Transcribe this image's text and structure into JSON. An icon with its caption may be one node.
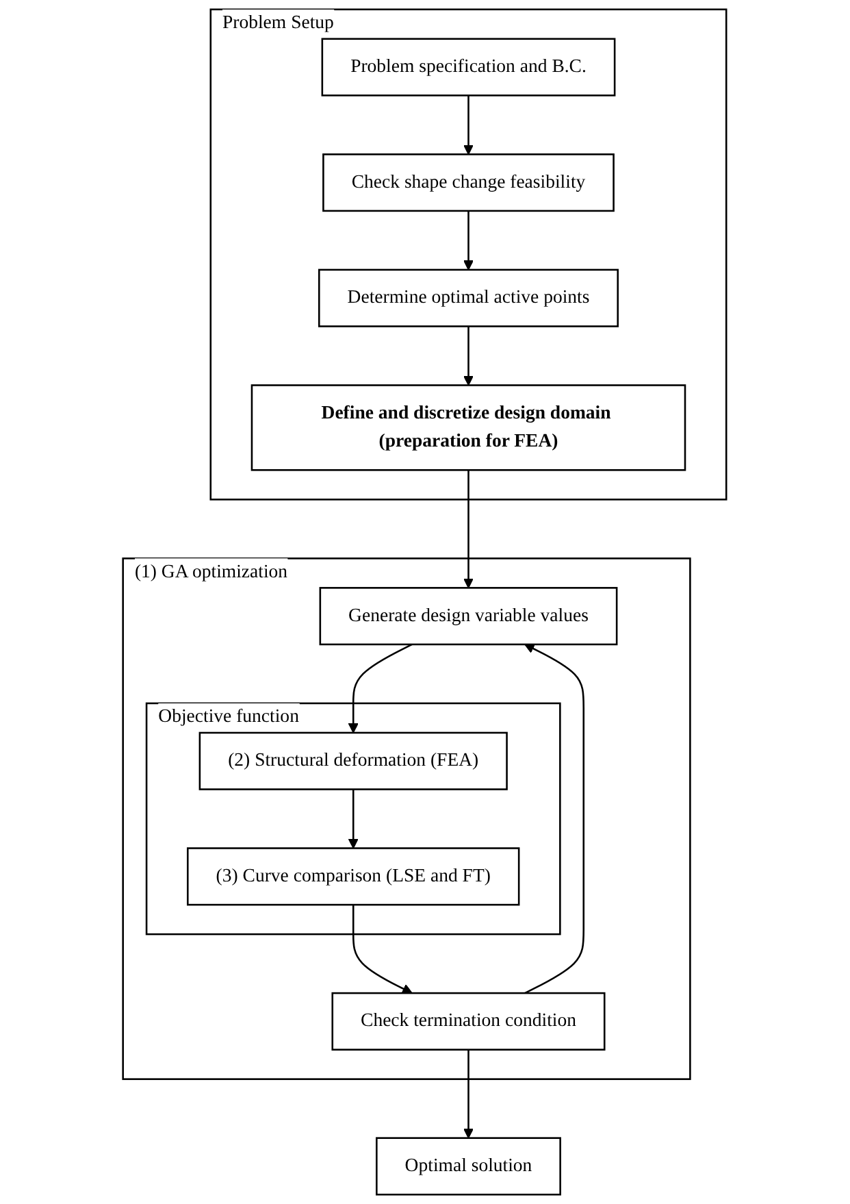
{
  "diagram": {
    "nodes": [
      {
        "text": [
          "Problem Setup"
        ]
      },
      {
        "text": [
          "Problem specification and B.C."
        ],
        "in": 0
      },
      {
        "text": [
          "Check shape change feasibility"
        ],
        "in": 0
      },
      {
        "text": [
          "Determine optimal active points"
        ],
        "in": 0
      },
      {
        "text": [
          "Define and discretize design domain (preparation for FEA)"
        ],
        "in": 0
      },
      {
        "text": [
          "(1) GA optimization"
        ]
      },
      {
        "text": [
          "Generate design variable values"
        ],
        "in": 5
      },
      {
        "text": [
          "Objective function"
        ],
        "in": 5
      },
      {
        "text": [
          "(2) Structural deformation (FEA)"
        ],
        "in": 7
      },
      {
        "text": [
          "(3) Curve comparison (LSE and FT)"
        ],
        "in": 7
      },
      {
        "text": [
          "Check termination condition"
        ],
        "in": 5
      },
      {
        "text": [
          "Optimal solution"
        ]
      }
    ],
    "edges": [
      {
        "from": 1,
        "to": 2,
        "arrow": "to"
      },
      {
        "from": 2,
        "to": 3,
        "arrow": "to"
      },
      {
        "from": 3,
        "to": 4,
        "arrow": "to"
      },
      {
        "from": 4,
        "to": 6,
        "arrow": "to"
      },
      {
        "from": 6,
        "to": 8,
        "arrow": "to"
      },
      {
        "from": 8,
        "to": 9,
        "arrow": "to"
      },
      {
        "from": 9,
        "to": 10,
        "arrow": "to"
      },
      {
        "from": 10,
        "to": 6,
        "arrow": "to"
      },
      {
        "from": 10,
        "to": 11,
        "arrow": "to"
      }
    ]
  }
}
